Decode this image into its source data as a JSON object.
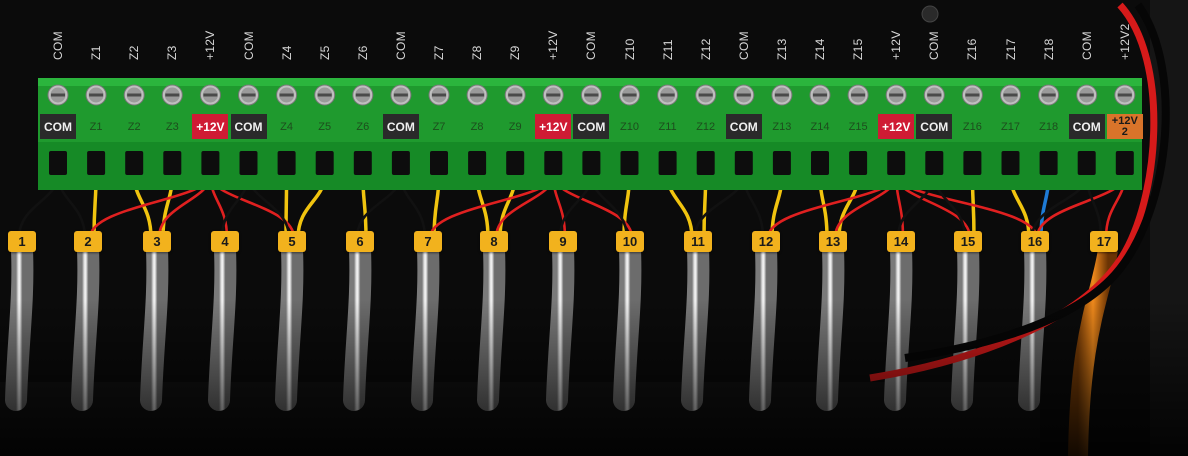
{
  "terminal_top_labels": [
    "COM",
    "Z1",
    "Z2",
    "Z3",
    "+12V",
    "COM",
    "Z4",
    "Z5",
    "Z6",
    "COM",
    "Z7",
    "Z8",
    "Z9",
    "+12V",
    "COM",
    "Z10",
    "Z11",
    "Z12",
    "COM",
    "Z13",
    "Z14",
    "Z15",
    "+12V",
    "COM",
    "Z16",
    "Z17",
    "Z18",
    "COM",
    "+12V2"
  ],
  "terminal_strip_labels": [
    "COM",
    "Z1",
    "Z2",
    "Z3",
    "+12V",
    "COM",
    "Z4",
    "Z5",
    "Z6",
    "COM",
    "Z7",
    "Z8",
    "Z9",
    "+12V",
    "COM",
    "Z10",
    "Z11",
    "Z12",
    "COM",
    "Z13",
    "Z14",
    "Z15",
    "+12V",
    "COM",
    "Z16",
    "Z17",
    "Z18",
    "COM",
    "+12V\n2"
  ],
  "terminal_kinds": [
    "com",
    "zone",
    "zone",
    "zone",
    "pwr",
    "com",
    "zone",
    "zone",
    "zone",
    "com",
    "zone",
    "zone",
    "zone",
    "pwr",
    "com",
    "zone",
    "zone",
    "zone",
    "com",
    "zone",
    "zone",
    "zone",
    "pwr",
    "com",
    "zone",
    "zone",
    "zone",
    "com",
    "pwr2"
  ],
  "cable_tags": [
    "1",
    "2",
    "3",
    "4",
    "5",
    "6",
    "7",
    "8",
    "9",
    "10",
    "11",
    "12",
    "13",
    "14",
    "15",
    "16",
    "17"
  ],
  "colors": {
    "background": "#0b0b0b",
    "terminal_block": "#1f9a2e",
    "terminal_block_dark": "#167a23",
    "com_label": "#2a2a2a",
    "power_label": "#cf1b34",
    "power2_label": "#d9742a",
    "tag": "#f2b21d",
    "wire_yellow": "#f1c40f",
    "wire_red": "#e02020",
    "wire_black": "#111111",
    "wire_blue": "#1e7bd6",
    "cable_sheath": "#d4d4d4"
  }
}
